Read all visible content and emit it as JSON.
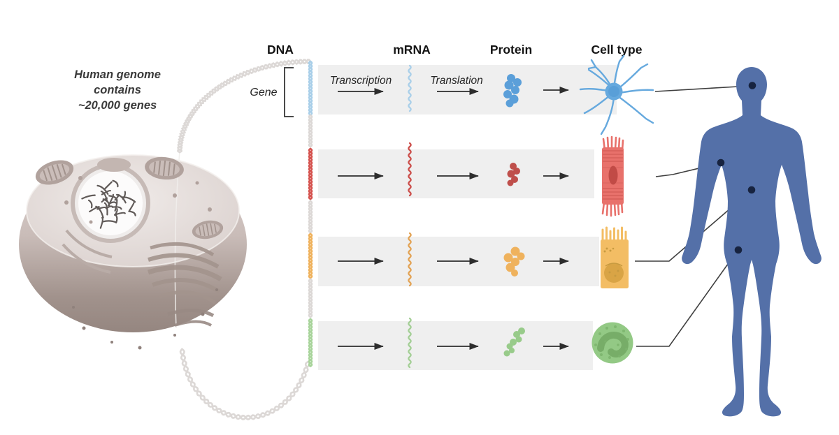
{
  "note": {
    "line1": "Human genome",
    "line2": "contains",
    "line3": "~20,000 genes"
  },
  "headers": {
    "dna": "DNA",
    "mrna": "mRNA",
    "protein": "Protein",
    "cell_type": "Cell type"
  },
  "labels": {
    "gene": "Gene",
    "transcription": "Transcription",
    "translation": "Translation"
  },
  "colors": {
    "band": "#efefef",
    "dna_backbone": "#dcd8d6",
    "arrow": "#2d2d2d",
    "connector": "#3f3f3f",
    "marker_dot": "#17233f",
    "body_silhouette": "#5470a8",
    "bracket": "#4a4a4a"
  },
  "rows": [
    {
      "icon": "neuron-icon",
      "colors": {
        "gene": "#a9cfe9",
        "mrna": "#a9cfe9",
        "protein": "#5b9fd9",
        "cell": "#66a9de"
      }
    },
    {
      "icon": "muscle-cell-icon",
      "colors": {
        "gene": "#d5534f",
        "mrna": "#cc4f4b",
        "protein": "#bf4f4b",
        "cell": "#e8716b"
      }
    },
    {
      "icon": "intestinal-epithelial-cell-icon",
      "colors": {
        "gene": "#efb25d",
        "mrna": "#e3a355",
        "protein": "#efb25d",
        "cell": "#f3bd64"
      }
    },
    {
      "icon": "white-blood-cell-icon",
      "colors": {
        "gene": "#a8d49b",
        "mrna": "#a4cf96",
        "protein": "#98cb8a",
        "cell": "#93c985"
      }
    }
  ]
}
